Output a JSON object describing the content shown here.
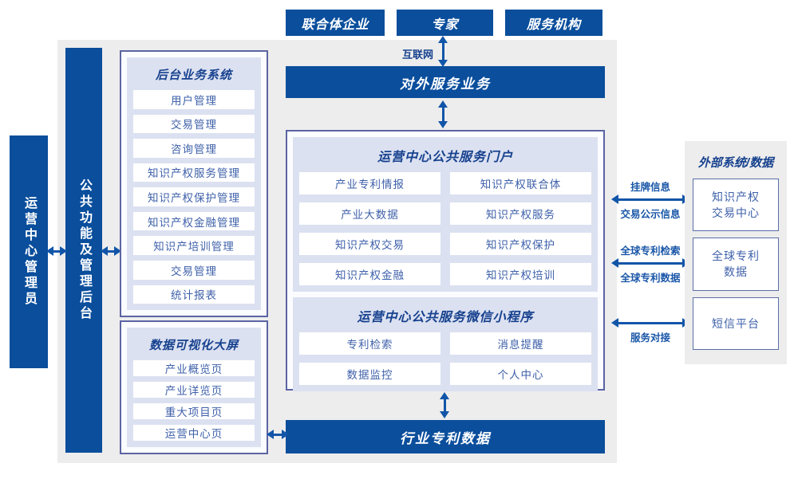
{
  "colors": {
    "primary_blue": "#0a4e9c",
    "panel_lavender": "#dce1f1",
    "border_indigo": "#5b64a3",
    "item_text_blue": "#3f61aa",
    "background_gray": "#ededed"
  },
  "top_actors": [
    "联合体企业",
    "专家",
    "服务机构"
  ],
  "internet_label": "互联网",
  "external_service_bar": "对外服务业务",
  "industry_patent_bar": "行业专利数据",
  "left_bars": {
    "admin": "运营中心管理员",
    "backend": "公共功能及管理后台"
  },
  "backend_system": {
    "title": "后台业务系统",
    "items": [
      "用户管理",
      "交易管理",
      "咨询管理",
      "知识产权服务管理",
      "知识产权保护管理",
      "知识产权金融管理",
      "知识产培训管理",
      "交易管理",
      "统计报表"
    ]
  },
  "viz_screen": {
    "title": "数据可视化大屏",
    "items": [
      "产业概览页",
      "产业详览页",
      "重大项目页",
      "运营中心页"
    ]
  },
  "portal": {
    "title": "运营中心公共服务门户",
    "items": [
      "产业专利情报",
      "知识产权联合体",
      "产业大数据",
      "知识产权服务",
      "知识产权交易",
      "知识产权保护",
      "知识产权金融",
      "知识产权培训"
    ]
  },
  "miniapp": {
    "title": "运营中心公共服务微信小程序",
    "items": [
      "专利检索",
      "消息提醒",
      "数据监控",
      "个人中心"
    ]
  },
  "external_panel": {
    "title": "外部系统/数据",
    "systems": [
      "知识产权交易中心",
      "全球专利数据",
      "短信平台"
    ]
  },
  "link_labels": {
    "listing_top": "挂牌信息",
    "listing_bottom": "交易公示信息",
    "patent_search_top": "全球专利检索",
    "patent_data_bottom": "全球专利数据",
    "service_link": "服务对接"
  }
}
